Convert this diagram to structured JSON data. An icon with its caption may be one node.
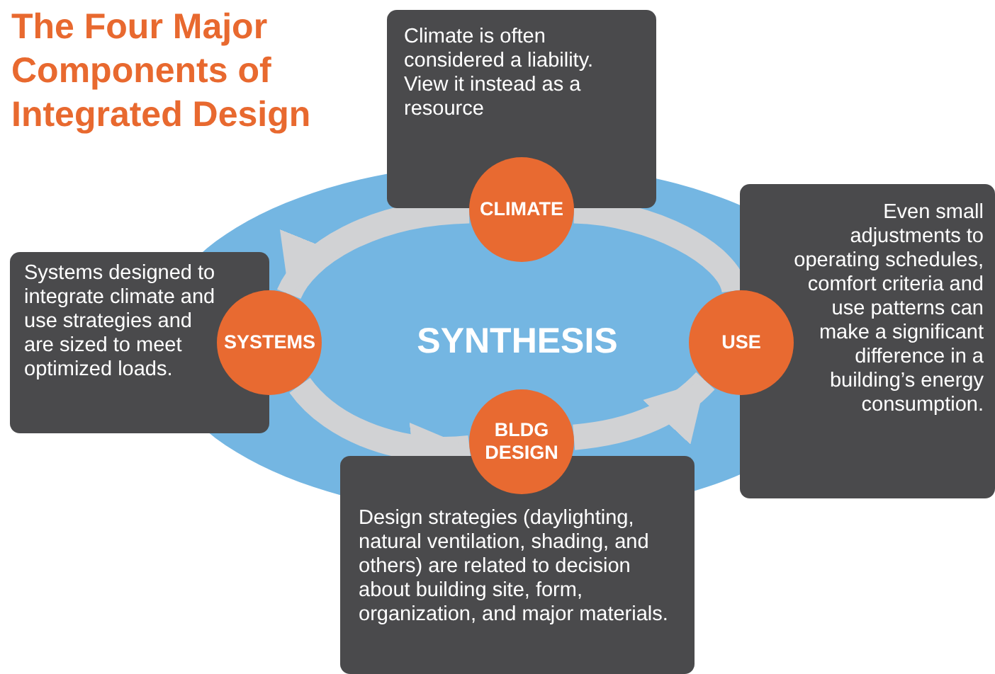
{
  "diagram": {
    "title": "The Four Major Components of Integrated Design",
    "nodes": [
      {
        "text": [
          "Climate is often considered a liability. View it instead as a resource"
        ]
      },
      {
        "text": [
          "CLIMATE"
        ]
      },
      {
        "text": [
          "Systems designed to integrate climate and use strategies and are sized to meet optimized loads."
        ]
      },
      {
        "text": [
          "SYSTEMS"
        ]
      },
      {
        "text": [
          "Even small adjustments to operating schedules, comfort criteria and use patterns can make a significant difference in a building’s energy consumption."
        ]
      },
      {
        "text": [
          "USE"
        ]
      },
      {
        "text": [
          "Design strategies (daylighting, natural ventilation, shading, and others) are related to decision about building site, form, organization, and major materials."
        ]
      },
      {
        "text": [
          "BLDG DESIGN"
        ]
      }
    ],
    "edges": [
      {
        "from": 1,
        "to": 3,
        "arrow": "to"
      },
      {
        "from": 3,
        "to": 7,
        "arrow": "to"
      },
      {
        "from": 7,
        "to": 5,
        "arrow": "to"
      },
      {
        "from": 5,
        "to": 1,
        "arrow": "none"
      }
    ],
    "labels": [
      "SYNTHESIS"
    ]
  }
}
